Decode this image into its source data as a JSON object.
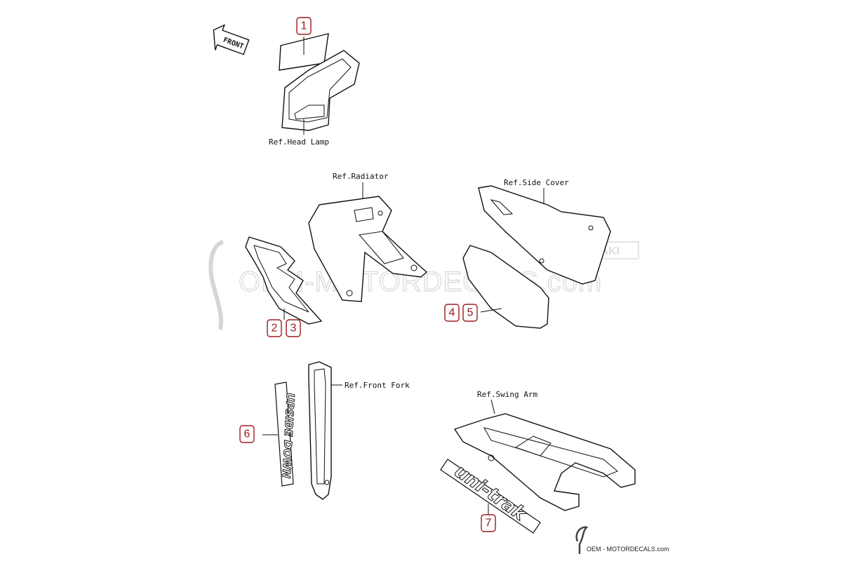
{
  "front_arrow": {
    "label": "FRONT"
  },
  "watermark": {
    "text": "OEM-MOTORDECALS.com",
    "badge": "KAWASAKI"
  },
  "references": {
    "head_lamp": "Ref.Head Lamp",
    "radiator": "Ref.Radiator",
    "side_cover": "Ref.Side Cover",
    "front_fork": "Ref.Front Fork",
    "swing_arm": "Ref.Swing Arm"
  },
  "callouts": [
    "1",
    "2",
    "3",
    "4",
    "5",
    "6",
    "7"
  ],
  "decals": {
    "fork": "UPSIDE DOWN",
    "swing_arm": "uni-trak"
  },
  "logo": {
    "text": "OEM - MOTORDECALS.com"
  },
  "colors": {
    "callout": "#9b1b20",
    "line": "#111111",
    "watermark": "#d6d6d6"
  }
}
